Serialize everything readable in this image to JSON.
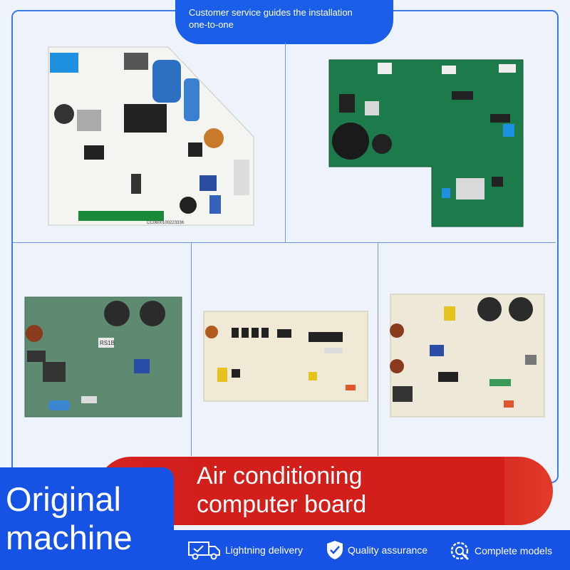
{
  "header": {
    "service_line1": "Customer service guides the installation",
    "service_line2": "one-to-one"
  },
  "boards": [
    {
      "name": "white-board-top-left",
      "label": "CC0600100223336"
    },
    {
      "name": "green-board-top-right",
      "label": ""
    },
    {
      "name": "green-board-bottom-left",
      "label": "RS1B"
    },
    {
      "name": "beige-board-bottom-middle",
      "label": ""
    },
    {
      "name": "beige-board-bottom-right",
      "label": ""
    }
  ],
  "banner": {
    "title_line1": "Air conditioning",
    "title_line2": "computer board",
    "left_line1": "Original",
    "left_line2": "machine"
  },
  "features": [
    {
      "label": "Lightning delivery",
      "icon": "truck-icon"
    },
    {
      "label": "Quality assurance",
      "icon": "shield-check-icon"
    },
    {
      "label": "Complete models",
      "icon": "wrench-gear-icon"
    }
  ],
  "colors": {
    "brand_blue": "#1652e3",
    "banner_red": "#d21f1b",
    "frame_blue": "#3f7be8"
  }
}
